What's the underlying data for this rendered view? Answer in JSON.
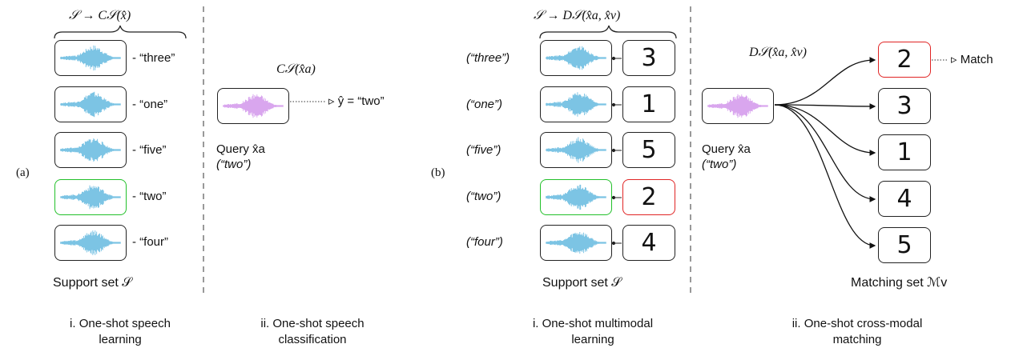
{
  "panel_a": {
    "panel_label": "(a)",
    "brace_formula": "𝒮 → C𝒮(x̂)",
    "support_labels": [
      "- “three”",
      "- “one”",
      "- “five”",
      "- “two”",
      "- “four”"
    ],
    "support_caption": "Support set 𝒮",
    "query_formula": "C𝒮(x̂a)",
    "prediction": "▹ ŷ = “two”",
    "query_label": "Query x̂a",
    "query_word": "(“two”)",
    "caption_i": [
      "i. One-shot speech",
      "learning"
    ],
    "caption_ii": [
      "ii. One-shot speech",
      "classification"
    ]
  },
  "panel_b": {
    "panel_label": "(b)",
    "brace_formula": "𝒮 → D𝒮(x̂a, x̂v)",
    "support_words": [
      "(“three”)",
      "(“one”)",
      "(“five”)",
      "(“two”)",
      "(“four”)"
    ],
    "support_digits": [
      "3",
      "1",
      "5",
      "2",
      "4"
    ],
    "support_caption": "Support set 𝒮",
    "distance_formula": "D𝒮(x̂a, x̂v)",
    "query_label": "Query x̂a",
    "query_word": "(“two”)",
    "matching_digits": [
      "2",
      "3",
      "1",
      "4",
      "5"
    ],
    "match_label": "▹ Match",
    "matching_caption": "Matching set ℳv",
    "caption_i": [
      "i. One-shot multimodal",
      "learning"
    ],
    "caption_ii": [
      "ii. One-shot cross-modal",
      "matching"
    ]
  },
  "colors": {
    "speech_wave": "#7cc4e4",
    "query_wave": "#d9a6ee",
    "selected_green": "#22c02a",
    "selected_red": "#e02424"
  }
}
